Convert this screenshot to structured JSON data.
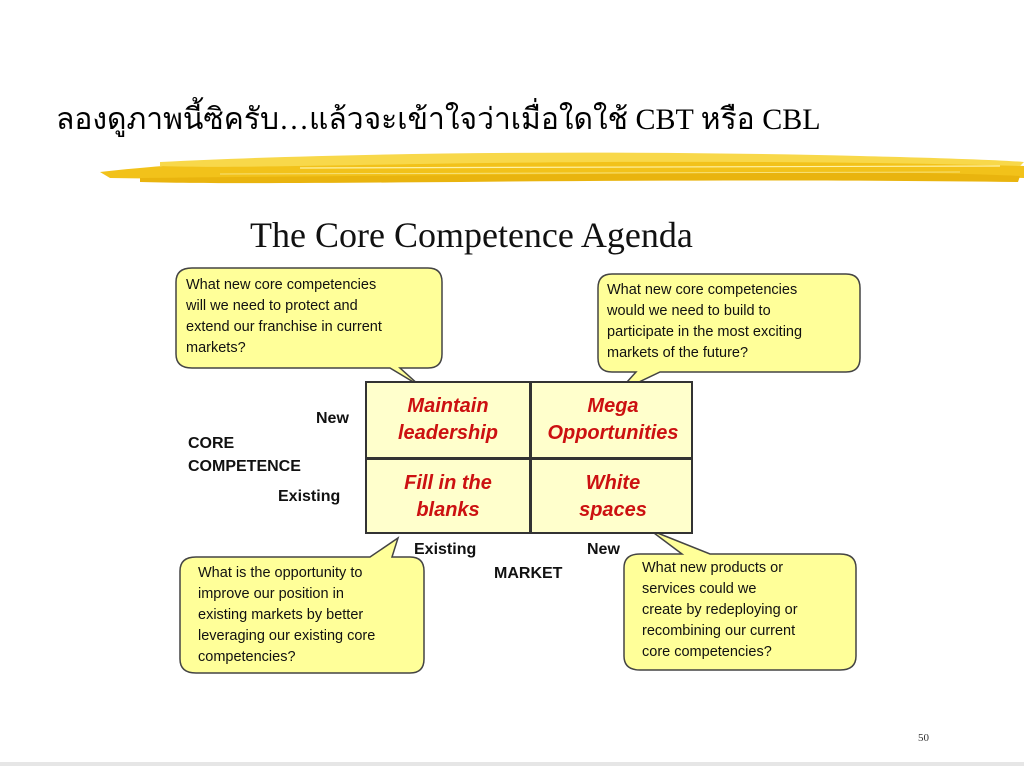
{
  "slide": {
    "title": "ลองดูภาพนี้ซิครับ…แล้วจะเข้าใจว่าเมื่อใดใช้ CBT หรือ CBL",
    "page_number": "50",
    "accent_color": "#f2c21a"
  },
  "diagram": {
    "title": "The Core Competence Agenda",
    "quadrants": {
      "top_left": "Maintain\nleadership",
      "top_right": "Mega\nOpportunities",
      "bottom_left": "Fill in the\nblanks",
      "bottom_right": "White\nspaces"
    },
    "y_axis": {
      "label_line1": "CORE",
      "label_line2": "COMPETENCE",
      "new": "New",
      "existing": "Existing"
    },
    "x_axis": {
      "label": "MARKET",
      "existing": "Existing",
      "new": "New"
    },
    "bubbles": {
      "top_left": "What new core competencies\nwill we need to protect and\nextend our franchise in current\nmarkets?",
      "top_right": "What new core competencies\nwould we need to build to\nparticipate in the most exciting\nmarkets of the future?",
      "bottom_left": "What is the opportunity to\nimprove our position in\nexisting markets by better\nleveraging our existing core\ncompetencies?",
      "bottom_right": "What new products or\nservices could we\ncreate by redeploying or\nrecombining our current\ncore competencies?"
    },
    "colors": {
      "quadrant_fill": "#ffffcc",
      "bubble_fill": "#ffff99",
      "quadrant_text": "#cc1111"
    }
  }
}
